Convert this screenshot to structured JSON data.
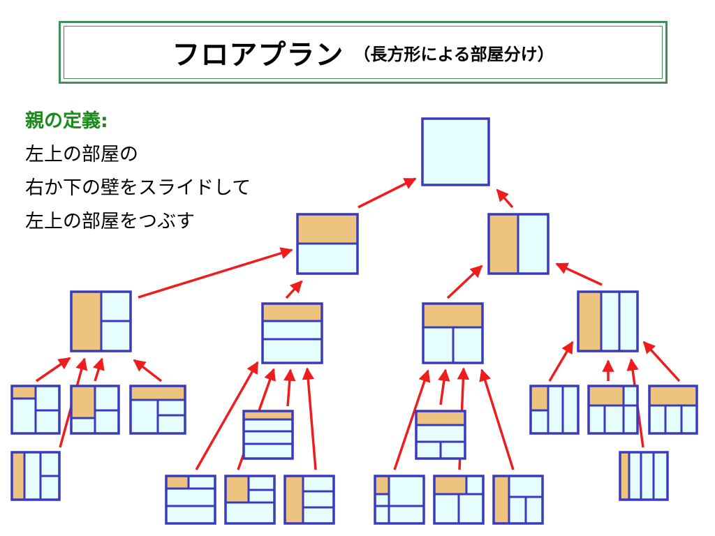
{
  "title": {
    "main": "フロアプラン",
    "sub": "（長方形による部屋分け）"
  },
  "text": {
    "heading": "親の定義:",
    "lines": [
      "左上の部屋の",
      "右か下の壁をスライドして",
      "左上の部屋をつぶす"
    ]
  },
  "colors": {
    "room_fill": "#e6fdfe",
    "highlight_fill": "#edc47f",
    "wall_stroke": "#3a3abf",
    "arrow": "#ee1c1c",
    "title_border": "#3f8f5a",
    "heading_text": "#1a8a1a"
  }
}
